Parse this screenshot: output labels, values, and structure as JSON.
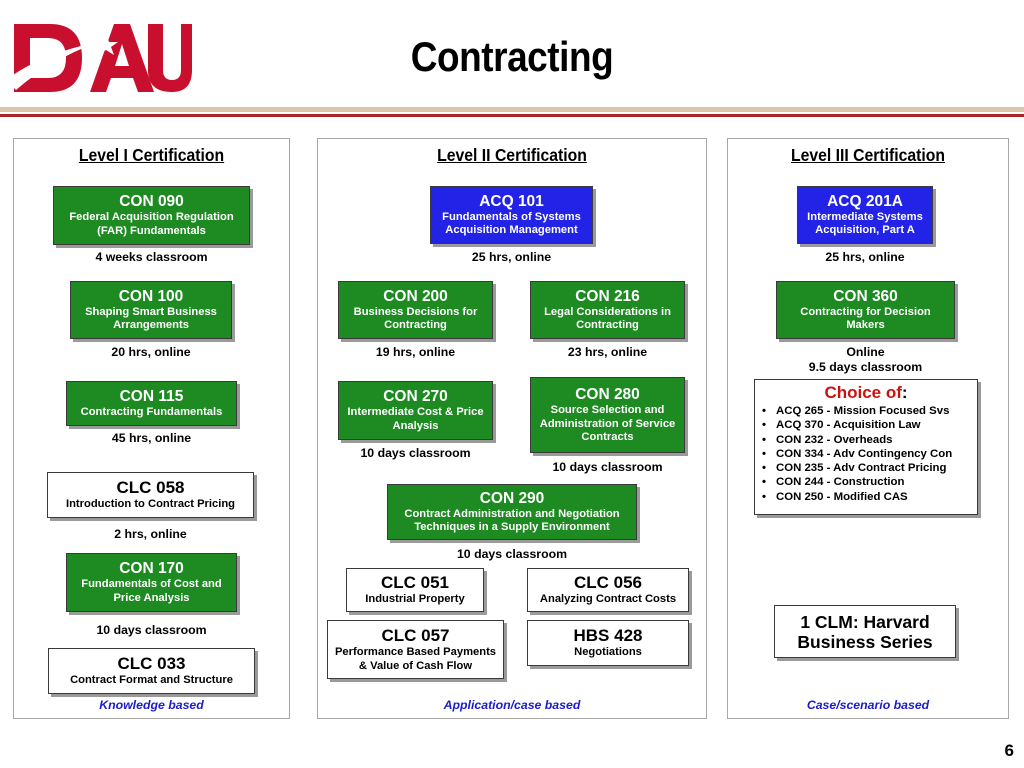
{
  "header": {
    "logo_text": "DAU",
    "title": "Contracting"
  },
  "panels": {
    "level1": {
      "title": "Level I  Certification",
      "footer": "Knowledge based",
      "courses": [
        {
          "code": "CON 090",
          "desc": "Federal Acquisition Regulation (FAR) Fundamentals",
          "note": "4 weeks classroom"
        },
        {
          "code": "CON 100",
          "desc": "Shaping Smart Business Arrangements",
          "note": "20 hrs, online"
        },
        {
          "code": "CON 115",
          "desc": "Contracting Fundamentals",
          "note": "45 hrs, online"
        },
        {
          "code": "CLC 058",
          "desc": "Introduction to Contract Pricing",
          "note": "2 hrs, online"
        },
        {
          "code": "CON 170",
          "desc": "Fundamentals of Cost and Price Analysis",
          "note": "10 days classroom"
        },
        {
          "code": "CLC 033",
          "desc": "Contract Format and Structure"
        }
      ]
    },
    "level2": {
      "title": "Level II Certification",
      "footer": "Application/case based",
      "courses": [
        {
          "code": "ACQ 101",
          "desc": "Fundamentals of Systems Acquisition Management",
          "note": "25  hrs, online"
        },
        {
          "code": "CON 200",
          "desc": "Business Decisions for Contracting",
          "note": "19 hrs, online"
        },
        {
          "code": "CON 216",
          "desc": "Legal Considerations in Contracting",
          "note": "23 hrs, online"
        },
        {
          "code": "CON 270",
          "desc": "Intermediate Cost & Price Analysis",
          "note": "10 days classroom"
        },
        {
          "code": "CON 280",
          "desc": "Source Selection and Administration of Service Contracts",
          "note": "10 days classroom"
        },
        {
          "code": "CON 290",
          "desc": "Contract Administration and Negotiation Techniques in a Supply Environment",
          "note": "10 days classroom"
        },
        {
          "code": "CLC 051",
          "desc": "Industrial Property"
        },
        {
          "code": "CLC 056",
          "desc": "Analyzing Contract Costs"
        },
        {
          "code": "CLC 057",
          "desc": "Performance Based Payments & Value of Cash Flow"
        },
        {
          "code": "HBS 428",
          "desc": "Negotiations"
        }
      ]
    },
    "level3": {
      "title": "Level III Certification",
      "footer": "Case/scenario based",
      "courses": [
        {
          "code": "ACQ 201A",
          "desc": "Intermediate Systems Acquisition, Part A",
          "note": "25 hrs, online"
        },
        {
          "code": "CON 360",
          "desc": "Contracting for Decision Makers",
          "note": "Online",
          "note2": "9.5 days classroom"
        }
      ],
      "choice": {
        "title": "Choice of",
        "colon": ":",
        "items": [
          "ACQ 265 - Mission Focused Svs",
          "ACQ 370 - Acquisition Law",
          "CON 232 - Overheads",
          "CON 334 - Adv Contingency Con",
          "CON 235 - Adv Contract Pricing",
          "CON 244 - Construction",
          "CON 250 - Modified CAS"
        ]
      },
      "clm": "1 CLM: Harvard Business Series"
    }
  },
  "page_number": "6",
  "colors": {
    "green_box": "#1e8a22",
    "blue_box": "#2323e8",
    "logo_red": "#c8102e",
    "footer_blue": "#1c1ccc",
    "choice_red": "#cc1111"
  }
}
